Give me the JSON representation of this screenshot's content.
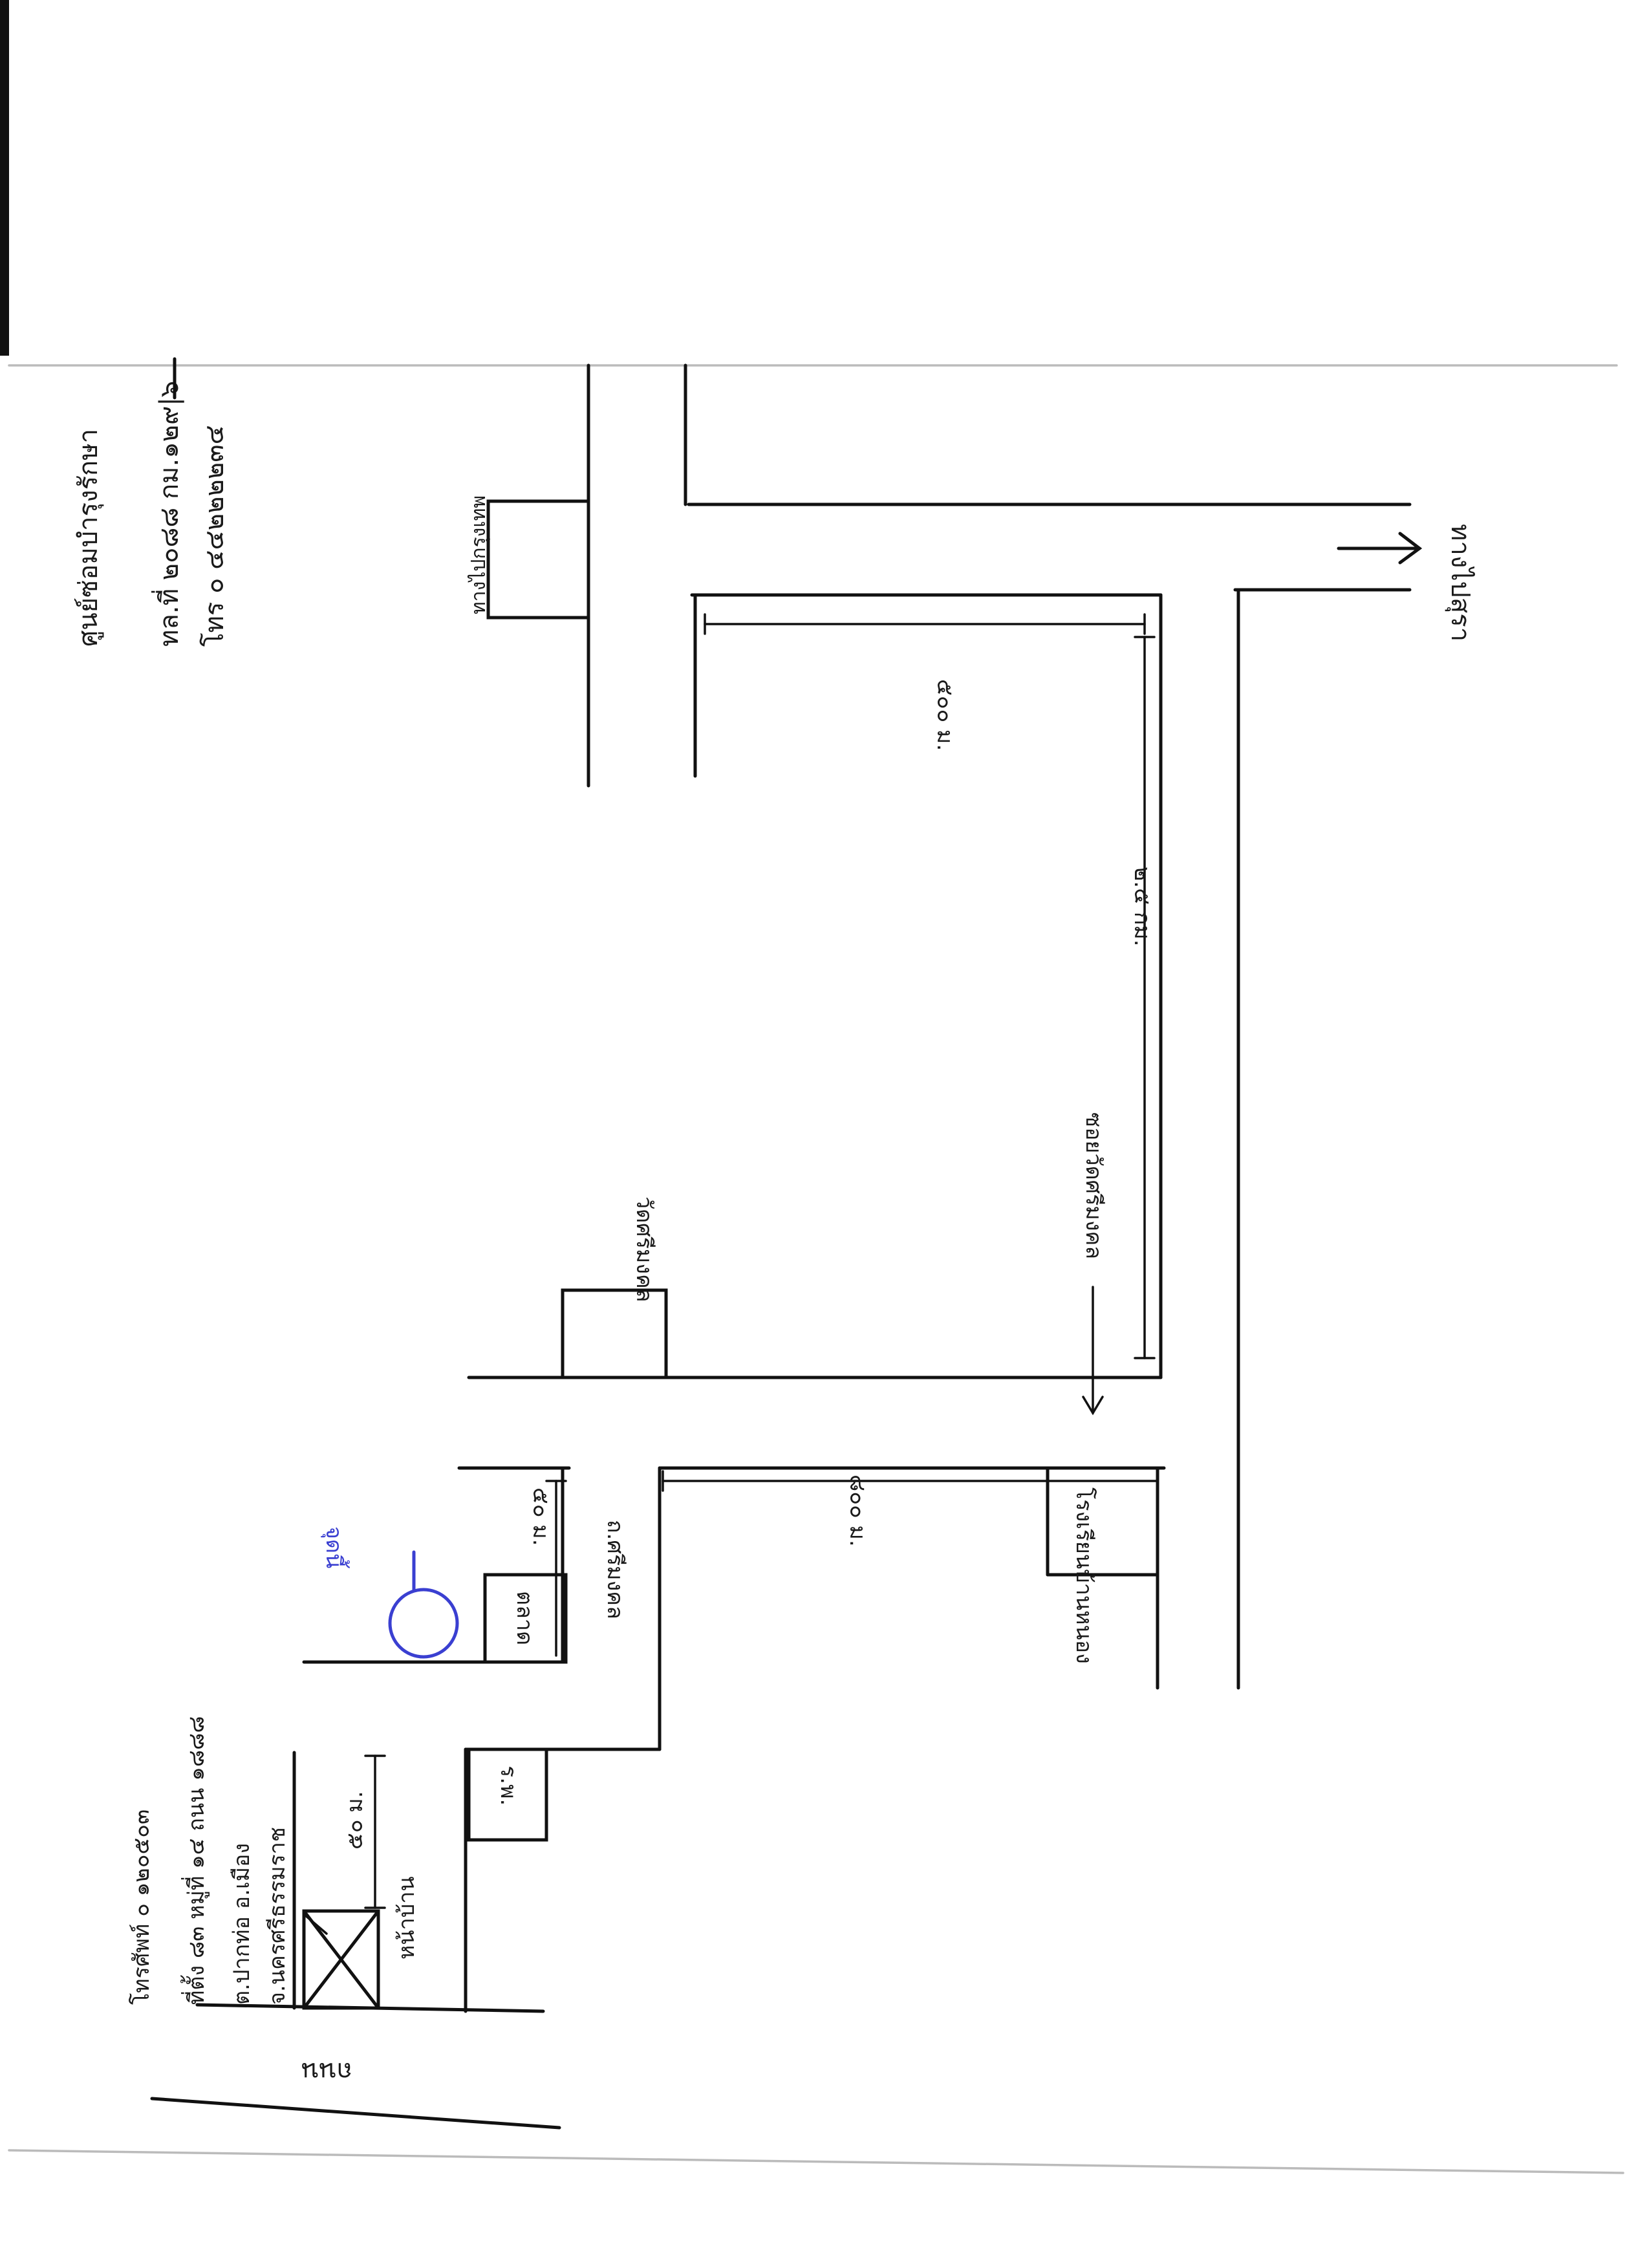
{
  "map": {
    "header": {
      "line1": "ศูนย์ซ่อมบำรุงรักษา",
      "line2": "ทล.ที่ ๒๐๘๘ กม.๑๒๙|๖",
      "line3": "โทร ๐ ๔๔๒๒๒๒๓๔"
    },
    "address": {
      "line1": "โทรศัพท์ ๐ ๑๒๐๕๐๓",
      "line2": "ที่ตั้ง ๘๓ หมู่ที่ ๑๔ ถนน ๑๘๘๘",
      "line3": "ต.ปากท่อ อ.เมือง",
      "line4": "จ.นครศรีธรรมราช"
    },
    "labels": {
      "road_bottom": "ถนน",
      "top_branch_building": "ทางไปกรุงเทพ",
      "arrow_right": "ทางไปสุรา",
      "dist_500_top": "๕๐๐ ม.",
      "dist_2km": "๒.๕ กม.",
      "arrow_temple": "ซอยวัดศรีมงคล",
      "temple_box": "วัดศรีมงคล",
      "dist_800": "๘๐๐ ม.",
      "school_box": "โรงเรียนบ้านหนอง",
      "market_box": "ตลาด",
      "dist_50_upper": "๕๐ ม.",
      "road_name_left": "ถ.ศรีมงคล",
      "blue_note": "จุดนี้",
      "hospital_box": "ร.พ.",
      "village_label": "หน้าบ้าน",
      "dist_50_lower": "๕๐ ม."
    }
  }
}
